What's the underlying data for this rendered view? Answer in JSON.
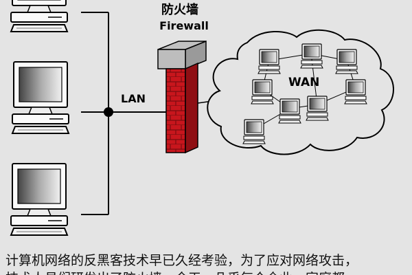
{
  "firewall": {
    "title_cn": "防火墙",
    "title_en": "Firewall"
  },
  "lan": {
    "label": "LAN"
  },
  "wan": {
    "label": "WAN"
  },
  "caption": {
    "line1": "计算机网络的反黑客技术早已久经考验，为了应对网络攻击，",
    "line2": "技术人员们研发出了防火墙，今天，几乎每个企业、家庭都"
  },
  "colors": {
    "background": "#e4e4e4",
    "firewall_brick": "#c8161d",
    "firewall_mortar": "#7a0c10",
    "firewall_cap": "#9a9a9a",
    "line": "#000000"
  }
}
